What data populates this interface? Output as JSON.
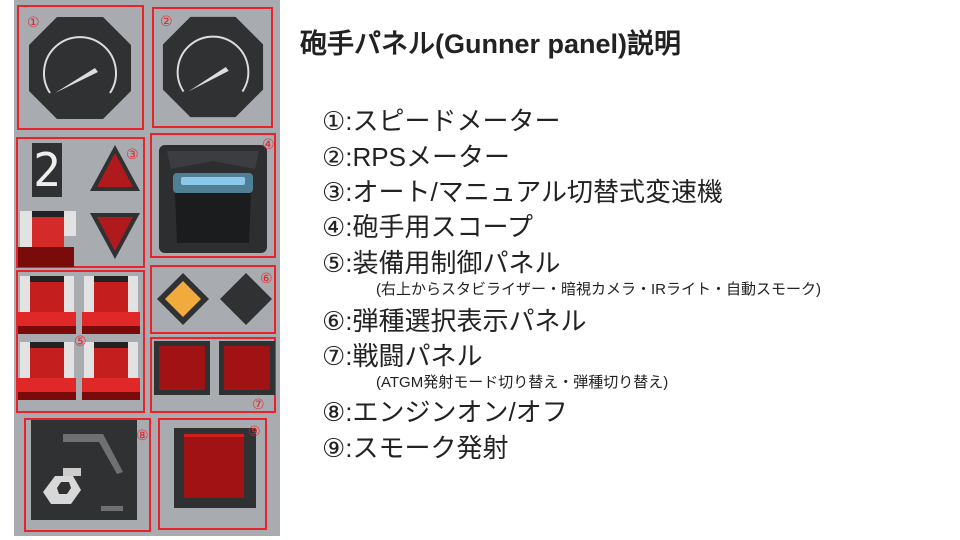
{
  "title": "砲手パネル(Gunner panel)説明",
  "panel": {
    "labels": [
      "①",
      "②",
      "③",
      "④",
      "⑤",
      "⑥",
      "⑦",
      "⑧",
      "⑨"
    ],
    "gear_display": "2",
    "colors": {
      "accent_red": "#e8232b",
      "button_red": "#a01214",
      "selected_amber": "#f0ab3c",
      "panel_gray": "#a8acb1"
    }
  },
  "items": [
    {
      "text": "①:スピードメーター"
    },
    {
      "text": "②:RPSメーター"
    },
    {
      "text": "③:オート/マニュアル切替式変速機"
    },
    {
      "text": "④:砲手用スコープ"
    },
    {
      "text": "⑤:装備用制御パネル",
      "note": "(右上からスタビライザー・暗視カメラ・IRライト・自動スモーク)"
    },
    {
      "text": "⑥:弾種選択表示パネル"
    },
    {
      "text": "⑦:戦闘パネル",
      "note": "(ATGM発射モード切り替え・弾種切り替え)"
    },
    {
      "text": "⑧:エンジンオン/オフ"
    },
    {
      "text": "⑨:スモーク発射"
    }
  ]
}
